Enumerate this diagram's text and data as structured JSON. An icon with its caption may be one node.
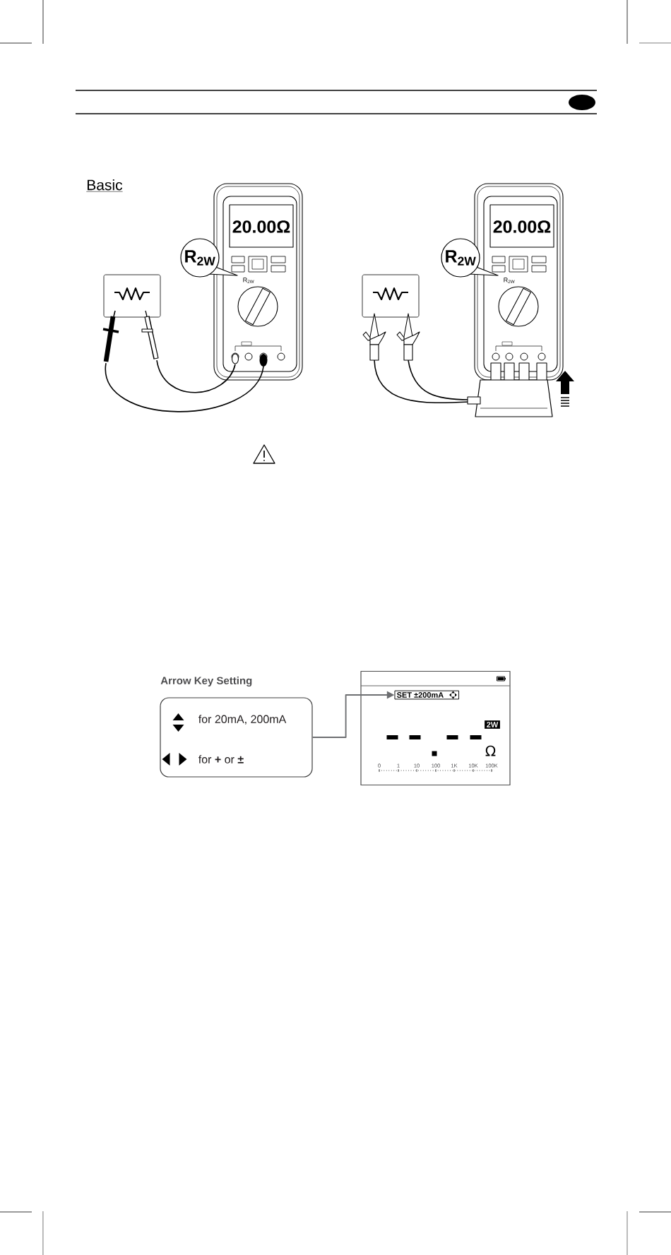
{
  "diagram": {
    "nodes": [
      {
        "text": [
          "for 20mA, 200mA",
          "for **+** or **±**"
        ]
      },
      {
        "text": [
          "2W",
          "Ω",
          "0",
          "1",
          "10",
          "100",
          "1K",
          "10K",
          "100K"
        ]
      },
      {
        "text": [
          "SET ±200mA"
        ],
        "in": 1
      }
    ],
    "edges": [
      {
        "from": 0,
        "to": 2,
        "arrow": "to",
        "color": "#6d6e71"
      }
    ],
    "labels": [
      "Basic",
      "20.00Ω",
      "R$_{2W}$",
      "R$_{2W}$",
      "20.00Ω",
      "R$_{2W}$",
      "R$_{2W}$",
      "Arrow Key Setting"
    ]
  }
}
